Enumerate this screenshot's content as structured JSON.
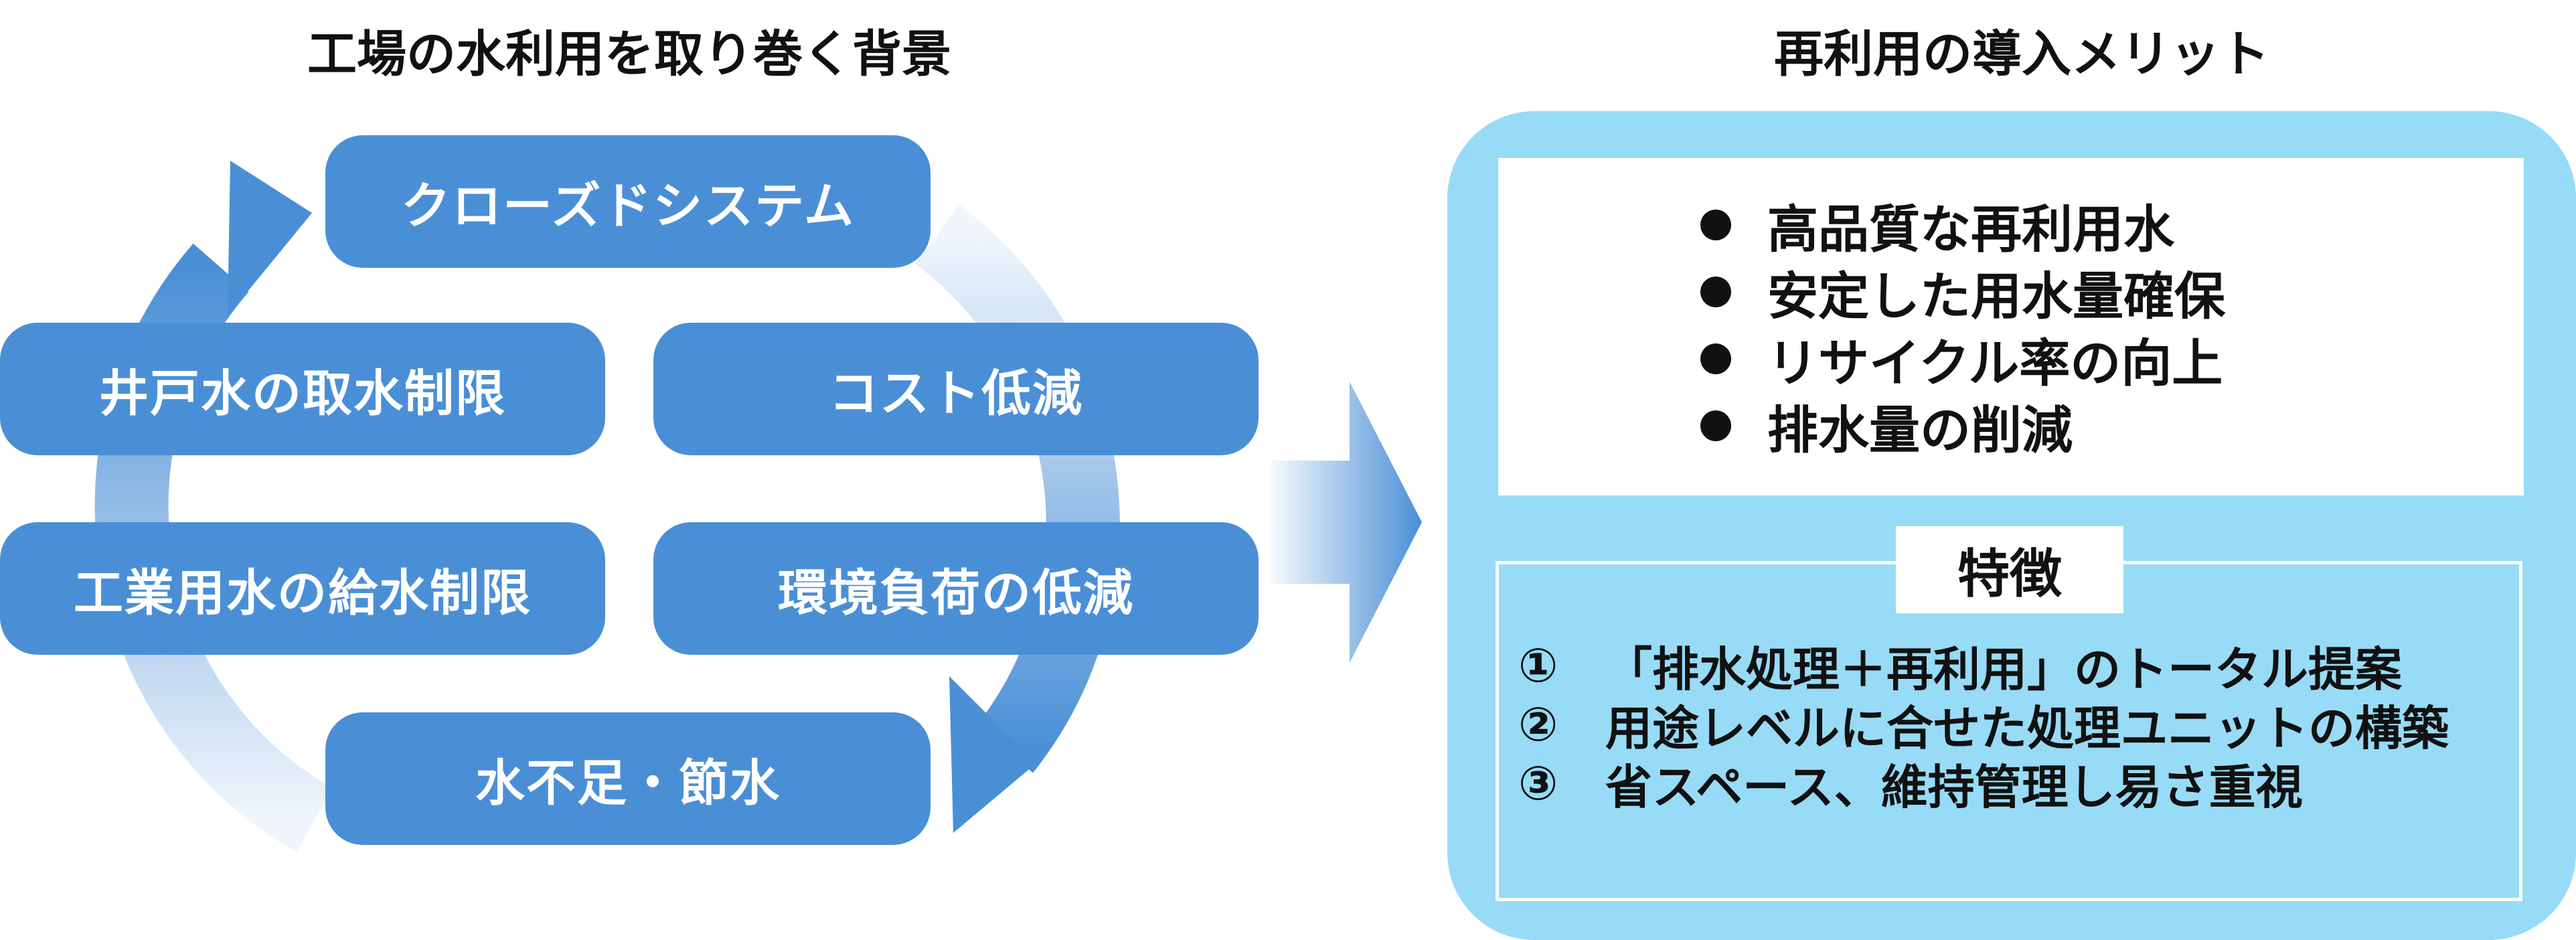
{
  "left_heading": "工場の水利用を取り巻く背景",
  "right_heading": "再利用の導入メリット",
  "cycle": {
    "top": "クローズドシステム",
    "upper_left": "井戸水の取水制限",
    "upper_right": "コスト低減",
    "lower_left": "工業用水の給水制限",
    "lower_right": "環境負荷の低減",
    "bottom": "水不足・節水"
  },
  "merits": [
    "高品質な再利用水",
    "安定した用水量確保",
    "リサイクル率の向上",
    "排水量の削減"
  ],
  "features": {
    "label": "特徴",
    "items": [
      {
        "num": "①",
        "text": "「排水処理＋再利用」のトータル提案"
      },
      {
        "num": "②",
        "text": "用途レベルに合せた処理ユニットの構築"
      },
      {
        "num": "③",
        "text": "省スペース、維持管理し易さ重視"
      }
    ]
  },
  "colors": {
    "pill": "#4a8fd6",
    "arrow": "#4a8fd6",
    "panel": "#97dbf7"
  }
}
